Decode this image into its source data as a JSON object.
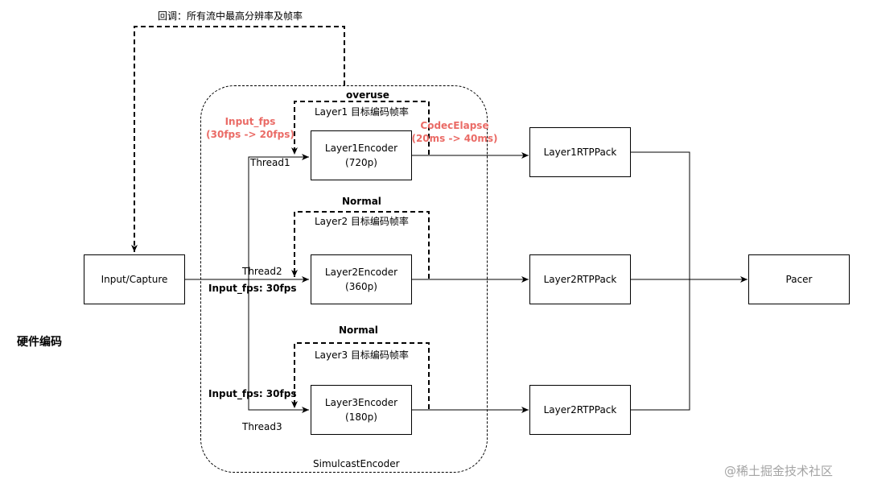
{
  "callback_label": "回调：所有流中最高分辨率及帧率",
  "hardware_label": "硬件编码",
  "input_box": "Input/Capture",
  "pacer_box": "Pacer",
  "simulcast_label": "SimulcastEncoder",
  "layer1": {
    "state": "overuse",
    "target_label": "Layer1 目标编码帧率",
    "encoder_name": "Layer1Encoder",
    "encoder_res": "(720p)",
    "thread": "Thread1",
    "input_fps_title": "Input_fps",
    "input_fps_change": "(30fps -> 20fps)",
    "elapse_title": "CodecElapse",
    "elapse_change": "(20ms -> 40ms)",
    "rtp": "Layer1RTPPack"
  },
  "layer2": {
    "state": "Normal",
    "target_label": "Layer2 目标编码帧率",
    "encoder_name": "Layer2Encoder",
    "encoder_res": "(360p)",
    "thread": "Thread2",
    "input_fps": "Input_fps: 30fps",
    "rtp": "Layer2RTPPack"
  },
  "layer3": {
    "state": "Normal",
    "target_label": "Layer3 目标编码帧率",
    "encoder_name": "Layer3Encoder",
    "encoder_res": "(180p)",
    "thread": "Thread3",
    "input_fps": "Input_fps: 30fps",
    "rtp": "Layer2RTPPack"
  },
  "watermark": "@稀土掘金技术社区",
  "colors": {
    "highlight": "#ea6b66",
    "line": "#000000",
    "watermark": "#a4a4a4"
  }
}
